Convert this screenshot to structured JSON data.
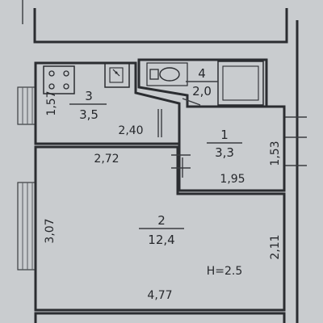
{
  "plan": {
    "rooms": [
      {
        "num": "1",
        "area": "3,3"
      },
      {
        "num": "2",
        "area": "12,4"
      },
      {
        "num": "3",
        "area": "3,5"
      },
      {
        "num": "4",
        "area": "2,0"
      }
    ],
    "dimensions": {
      "kitchen_height": "1,57",
      "kitchen_width": "2,40",
      "main_upper_width": "2,72",
      "hall_width": "1,95",
      "hall_height": "1,53",
      "main_left_height": "3,07",
      "main_right_height": "2,11",
      "main_bottom_width": "4,77"
    },
    "ceiling_height": "H=2.5"
  }
}
